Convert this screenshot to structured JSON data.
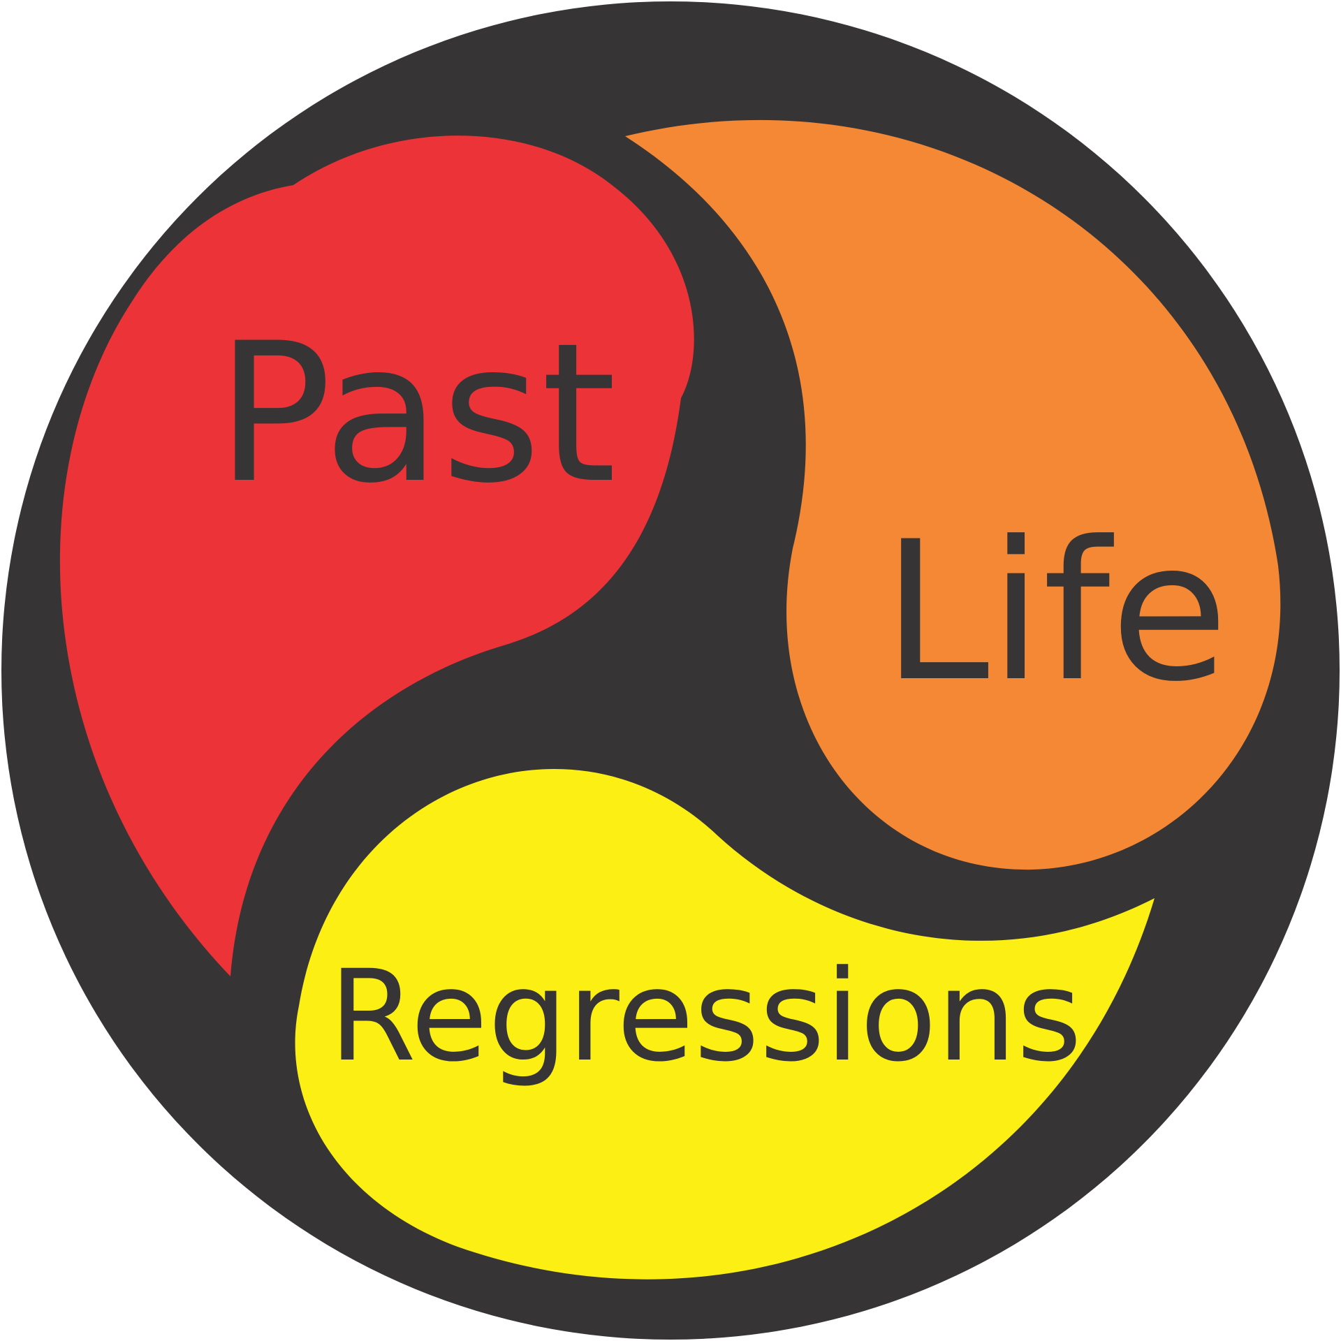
{
  "logo": {
    "words": {
      "first": "Past",
      "second": "Life",
      "third": "Regressions"
    },
    "colors": {
      "background_disc": "#363435",
      "first_petal": "#EB3338",
      "second_petal": "#F48835",
      "third_petal": "#FCEF14",
      "text": "#363435",
      "page": "#FFFFFF"
    }
  }
}
